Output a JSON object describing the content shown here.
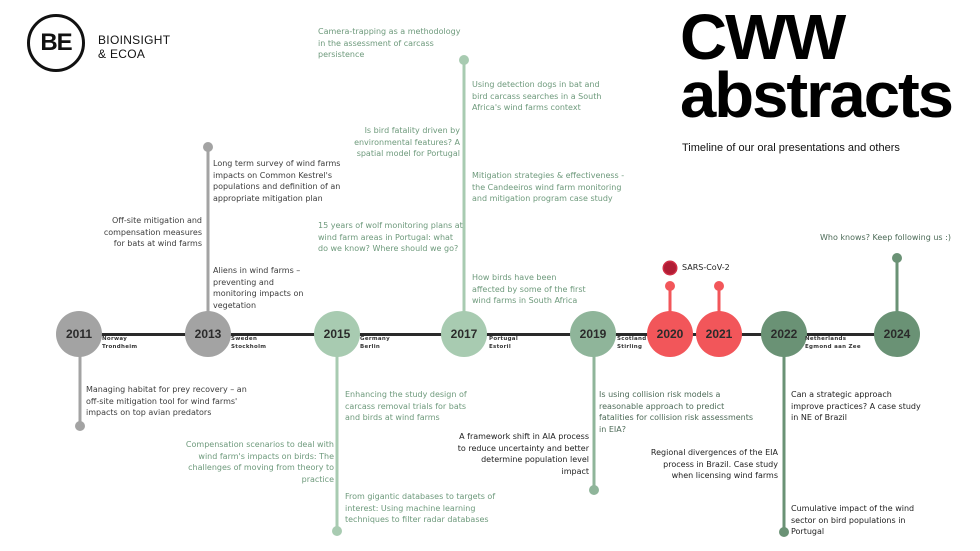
{
  "logo": {
    "monogram": "BE",
    "line1": "BIOINSIGHT",
    "line2": "& ECOA"
  },
  "header": {
    "title_line1": "CWW",
    "title_line2": "abstracts",
    "subtitle": "Timeline of our oral presentations and others"
  },
  "colors": {
    "grey": "#a3a3a3",
    "light_green": "#a8cbb1",
    "mid_green": "#8fb59a",
    "covid_red": "#f2565a",
    "dark_green": "#6a9275",
    "axis": "#2a2a2a"
  },
  "years": [
    {
      "year": "2011",
      "country": "Norway",
      "city": "Trondheim"
    },
    {
      "year": "2013",
      "country": "Sweden",
      "city": "Stockholm"
    },
    {
      "year": "2015",
      "country": "Germany",
      "city": "Berlin"
    },
    {
      "year": "2017",
      "country": "Portugal",
      "city": "Estoril"
    },
    {
      "year": "2019",
      "country": "Scotland",
      "city": "Stirling"
    },
    {
      "year": "2020",
      "country": "",
      "city": ""
    },
    {
      "year": "2021",
      "country": "",
      "city": ""
    },
    {
      "year": "2022",
      "country": "Netherlands",
      "city": "Egmond aan Zee"
    },
    {
      "year": "2024",
      "country": "",
      "city": ""
    }
  ],
  "covid_label": "SARS-CoV-2",
  "abstracts": {
    "y2011": [
      "Managing habitat for prey recovery – an off-site mitigation tool for wind farms' impacts on top avian predators"
    ],
    "y2013": [
      "Long term survey of wind farms impacts on Common Kestrel's populations and definition of an appropriate mitigation plan",
      "Off-site mitigation and compensation measures for bats at wind farms",
      "Aliens in wind farms – preventing and monitoring impacts on vegetation"
    ],
    "y2015": [
      "Enhancing the study design of carcass removal trials for bats and birds at wind farms",
      "Compensation scenarios to deal with wind farm's impacts on birds: The challenges of moving from theory to practice",
      "From gigantic databases to targets of interest: Using machine learning techniques to filter radar databases"
    ],
    "y2017": [
      "Camera-trapping as a methodology in the assessment of carcass persistence",
      "Using detection dogs in bat and bird carcass searches in a South Africa's wind farms context",
      "Is bird fatality driven by environmental features? A spatial model for Portugal",
      "Mitigation strategies & effectiveness - the Candeeiros wind farm monitoring and mitigation program case study",
      "15 years of wolf monitoring plans at wind farm areas in Portugal: what do we know? Where should we go?",
      "How birds have been affected by some of the first wind farms in South Africa"
    ],
    "y2019": [
      "Is using collision risk models a reasonable approach to predict fatalities for collision risk assessments in EIA?",
      "A framework shift in AIA process to reduce uncertainty and better determine population level impact"
    ],
    "y2022": [
      "Can a strategic approach improve practices? A case study in NE of Brazil",
      "Regional divergences of the EIA process in Brazil. Case study when licensing wind farms",
      "Cumulative impact of the wind sector on bird populations in Portugal"
    ],
    "y2024": [
      "Who knows? Keep following us :)"
    ]
  }
}
